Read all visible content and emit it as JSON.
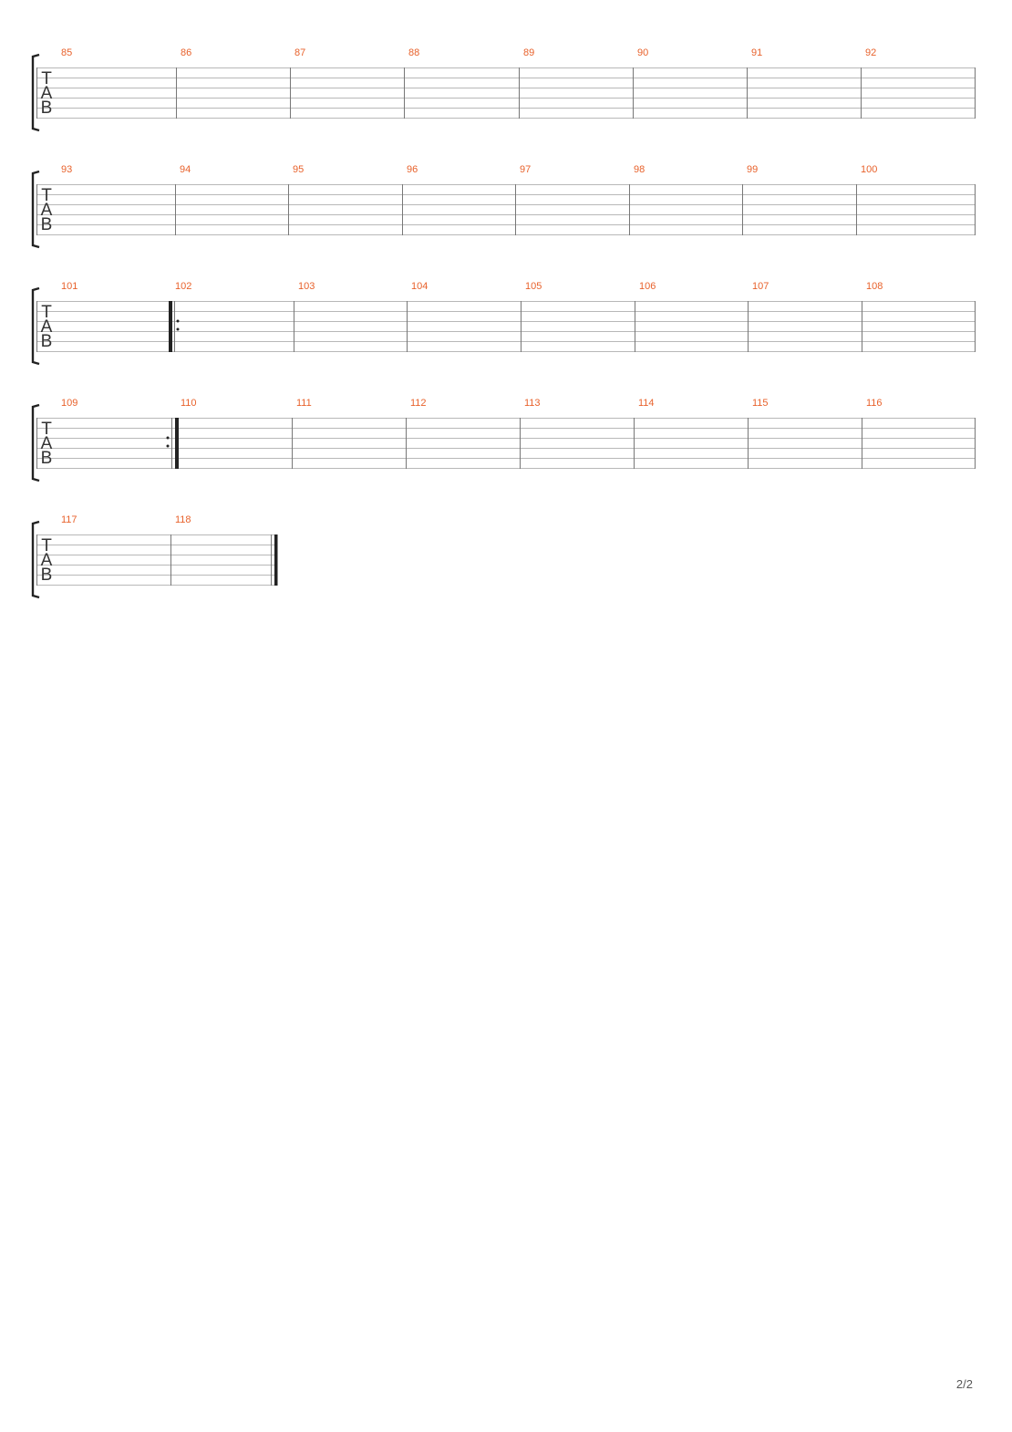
{
  "document": {
    "page_number": "2/2",
    "clef_letters": [
      "T",
      "A",
      "B"
    ],
    "colors": {
      "measure_number": "#e8622c",
      "staff_line": "#b8b8b8",
      "barline": "#777777",
      "thick_bar": "#222222",
      "bracket": "#222222"
    },
    "systems": [
      {
        "measures": [
          {
            "number": "85"
          },
          {
            "number": "86"
          },
          {
            "number": "87"
          },
          {
            "number": "88"
          },
          {
            "number": "89"
          },
          {
            "number": "90"
          },
          {
            "number": "91"
          },
          {
            "number": "92"
          }
        ]
      },
      {
        "measures": [
          {
            "number": "93"
          },
          {
            "number": "94"
          },
          {
            "number": "95"
          },
          {
            "number": "96"
          },
          {
            "number": "97"
          },
          {
            "number": "98"
          },
          {
            "number": "99"
          },
          {
            "number": "100"
          }
        ]
      },
      {
        "measures": [
          {
            "number": "101"
          },
          {
            "number": "102",
            "repeat_start": true
          },
          {
            "number": "103"
          },
          {
            "number": "104"
          },
          {
            "number": "105"
          },
          {
            "number": "106"
          },
          {
            "number": "107"
          },
          {
            "number": "108"
          }
        ]
      },
      {
        "measures": [
          {
            "number": "109",
            "repeat_end": true
          },
          {
            "number": "110"
          },
          {
            "number": "111"
          },
          {
            "number": "112"
          },
          {
            "number": "113"
          },
          {
            "number": "114"
          },
          {
            "number": "115"
          },
          {
            "number": "116"
          }
        ]
      },
      {
        "measures": [
          {
            "number": "117"
          },
          {
            "number": "118",
            "final_barline": true
          }
        ]
      }
    ]
  }
}
